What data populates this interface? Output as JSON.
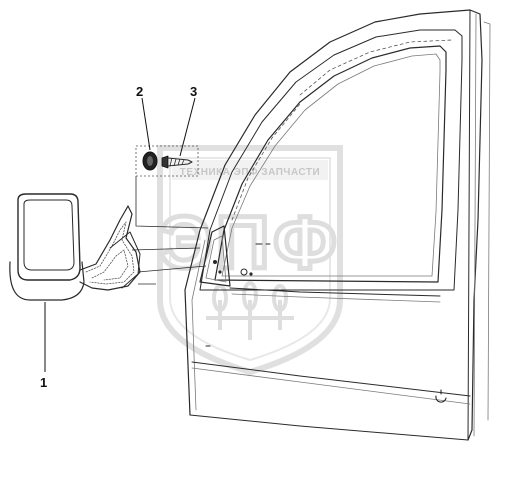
{
  "diagram": {
    "callouts": [
      {
        "id": "1",
        "label": "1",
        "part": "side-mirror"
      },
      {
        "id": "2",
        "label": "2",
        "part": "plug"
      },
      {
        "id": "3",
        "label": "3",
        "part": "screw"
      }
    ]
  },
  "watermark": {
    "top_text": "ТЕХНИКА ЭПФ ЗАПЧАСТИ",
    "main_text": "ЭПФ",
    "color": "#d2d2d2"
  },
  "colors": {
    "line": "#2a2a2a",
    "light_line": "#7a7a7a",
    "background": "#ffffff"
  }
}
